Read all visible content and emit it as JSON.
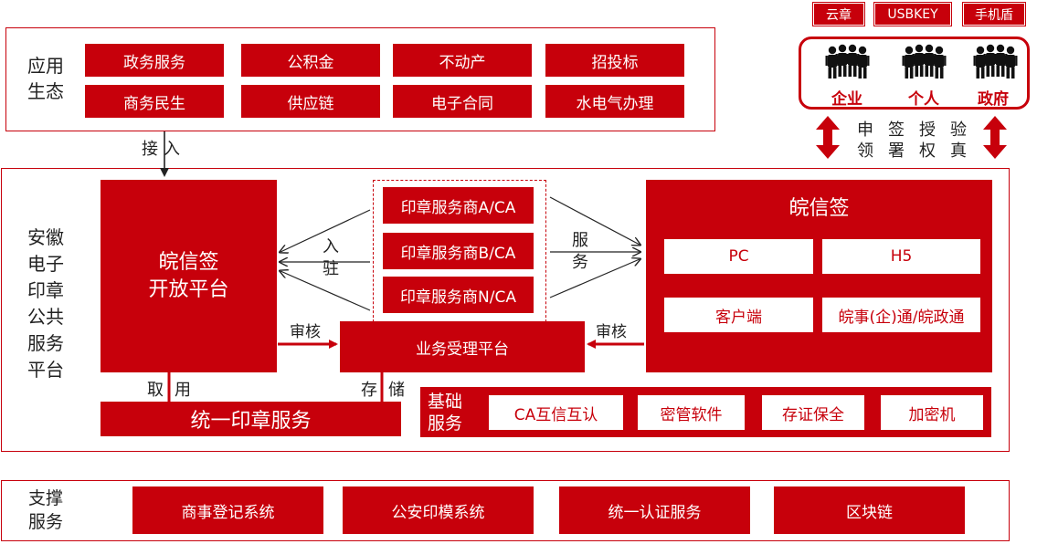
{
  "credentials": [
    "云章",
    "USBKEY",
    "手机盾"
  ],
  "users": [
    "企业",
    "个人",
    "政府"
  ],
  "user_actions": {
    "row1": [
      "申",
      "签",
      "授",
      "验"
    ],
    "row2": [
      "领",
      "署",
      "权",
      "真"
    ]
  },
  "app_ecosystem": {
    "label": "应用生态",
    "items": [
      "政务服务",
      "公积金",
      "不动产",
      "招投标",
      "商务民生",
      "供应链",
      "电子合同",
      "水电气办理"
    ]
  },
  "access_label": "接入",
  "platform_label": "安徽电子印章公共服务平台",
  "open_platform": {
    "line1": "皖信签",
    "line2": "开放平台"
  },
  "providers": [
    "印章服务商A/CA",
    "印章服务商B/CA",
    "印章服务商N/CA"
  ],
  "settle_label": "入驻",
  "service_label": "服务",
  "wanxinqian": {
    "title": "皖信签",
    "items": [
      "PC",
      "H5",
      "客户端",
      "皖事(企)通/皖政通"
    ]
  },
  "audit_label": "审核",
  "business_platform": "业务受理平台",
  "fetch_label": "取用",
  "store_label": "存储",
  "unified_seal": "统一印章服务",
  "base_services": {
    "label": "基础服务",
    "items": [
      "CA互信互认",
      "密管软件",
      "存证保全",
      "加密机"
    ]
  },
  "support": {
    "label": "支撑服务",
    "items": [
      "商事登记系统",
      "公安印模系统",
      "统一认证服务",
      "区块链"
    ]
  },
  "colors": {
    "primary": "#c7000b"
  }
}
